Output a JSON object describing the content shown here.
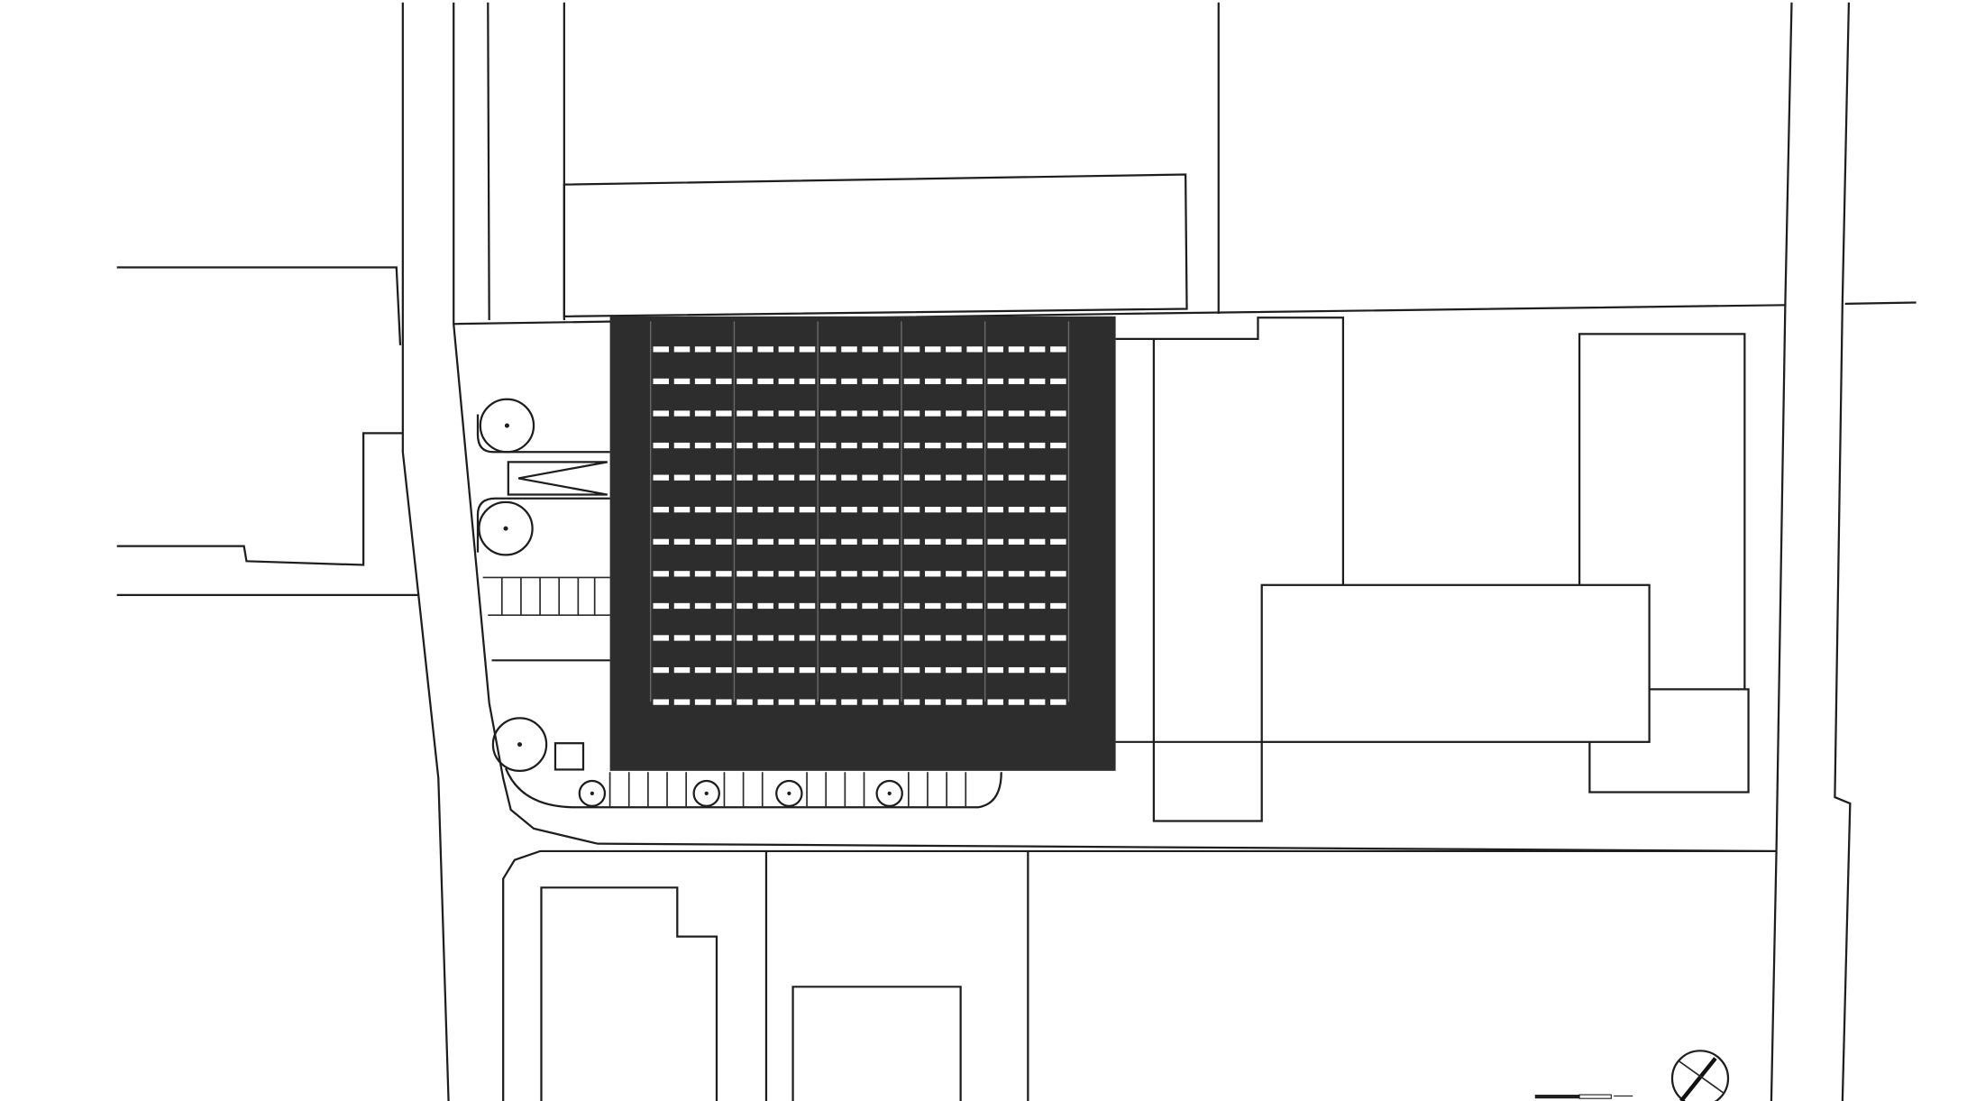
{
  "drawing": {
    "kind": "site plan",
    "colors": {
      "background": "#ffffff",
      "line": "#1e1e1e",
      "building_fill": "#2d2d2d",
      "skylight": "#ffffff"
    },
    "roof_grid": {
      "bays": 5,
      "rows": 12
    },
    "icons": {
      "north": "north-arrow-icon",
      "scale": "scale-bar-icon",
      "tree": "tree-icon"
    }
  }
}
